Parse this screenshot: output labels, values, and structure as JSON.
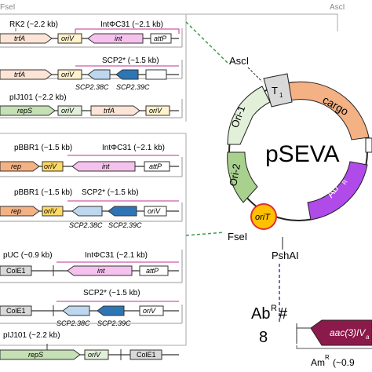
{
  "top": {
    "fsei": "FseI",
    "asci": "AscI"
  },
  "rows": [
    {
      "labels": [
        "RK2 (~2.2 kb)",
        "IntΦC31 (~2.1 kb)"
      ],
      "genes": [
        "trfA",
        "oriV",
        "int",
        "attP"
      ],
      "below": []
    },
    {
      "labels": [
        "SCP2* (~1.5 kb)"
      ],
      "genes": [
        "trfA",
        "oriV"
      ],
      "below": [
        "SCP2.38C",
        "SCP2.39C"
      ]
    },
    {
      "labels": [
        "pIJ101 (~2.2 kb)"
      ],
      "genes": [
        "repS",
        "oriV",
        "trfA",
        "oriV"
      ],
      "below": []
    },
    {
      "labels": [
        "pBBR1 (~1.5 kb)",
        "IntΦC31 (~2.1 kb)"
      ],
      "genes": [
        "rep",
        "oriV",
        "int",
        "attP"
      ],
      "below": []
    },
    {
      "labels": [
        "pBBR1 (~1.5 kb)",
        "SCP2* (~1.5 kb)"
      ],
      "genes": [
        "rep",
        "oriV",
        "oriV"
      ],
      "below": [
        "SCP2.38C",
        "SCP2.39C"
      ]
    },
    {
      "labels": [
        "pUC (~0.9 kb)",
        "IntΦC31 (~2.1 kb)"
      ],
      "genes": [
        "ColE1",
        "int",
        "attP"
      ],
      "below": []
    },
    {
      "labels": [
        "SCP2* (~1.5 kb)"
      ],
      "genes": [
        "ColE1",
        "oriV"
      ],
      "below": [
        "SCP2.38C",
        "SCP2.39C"
      ]
    },
    {
      "labels": [
        "pIJ101 (~2.2 kb)"
      ],
      "genes": [
        "repS",
        "oriV",
        "ColE1"
      ],
      "below": []
    }
  ],
  "plasmid": {
    "name": "pSEVA",
    "segments": [
      "T",
      "1",
      "cargo",
      "Ori-1",
      "Ori-2",
      "Ab",
      "R",
      "oriT"
    ],
    "sites": [
      "AscI",
      "FseI",
      "PshAI"
    ]
  },
  "ab": {
    "title": "Ab",
    "title_sup": "R",
    "title_suffix": "#",
    "number": "8",
    "gene": "aac(3)IV",
    "gene_sub": "a",
    "am": "Am",
    "am_sup": "R",
    "am_size": "(~0.9"
  },
  "colors": {
    "trfA": "#fce4d6",
    "oriV": "#fff2cc",
    "int": "#f4c2ec",
    "scp38": "#bdd7ee",
    "scp39": "#2e75b6",
    "rep": "#f4b183",
    "orivGold": "#ffd966",
    "cole1": "#d9d9d9",
    "repS": "#c5e0b4",
    "cargo": "#f4b183",
    "ori1": "#e2f0d9",
    "ori2": "#a9d18e",
    "ab": "#b04ae8",
    "oriT": "#ffc000",
    "aac": "#8b1a4a"
  }
}
